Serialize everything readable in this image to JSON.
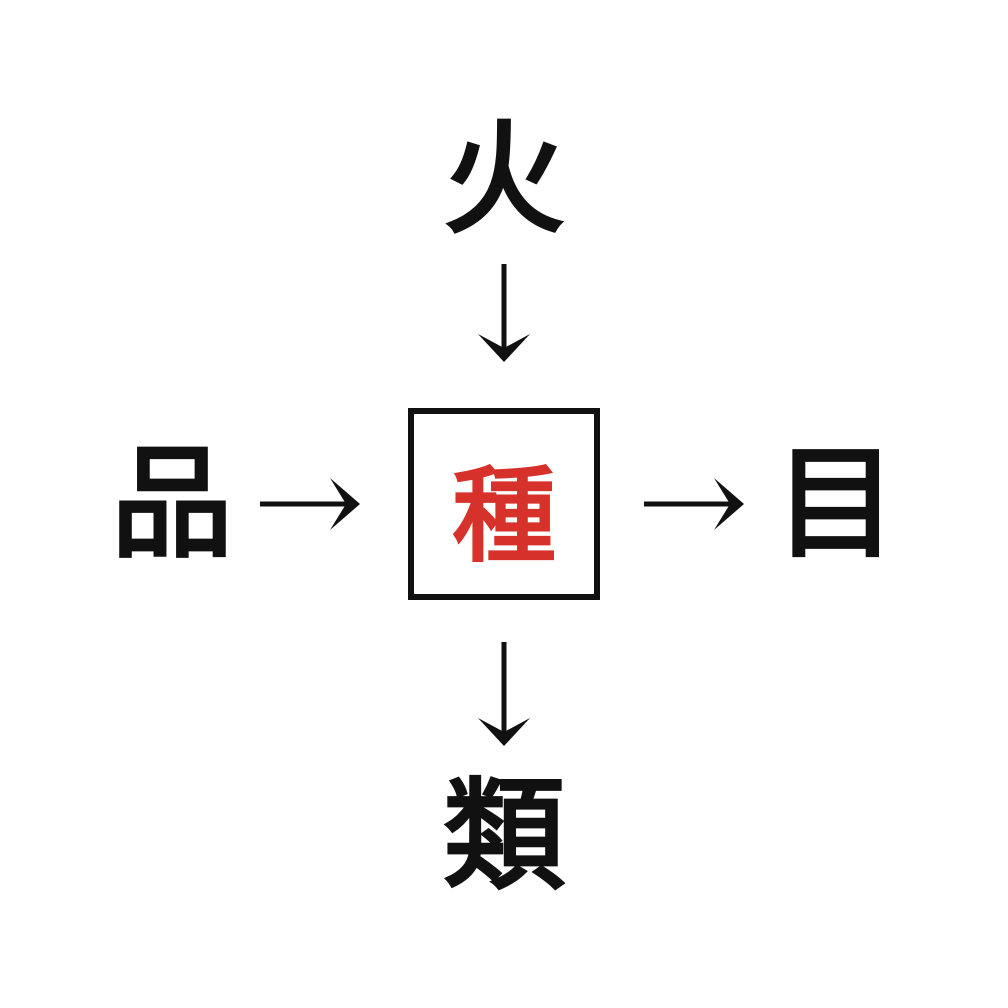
{
  "diagram": {
    "type": "kanji-relationship-diagram",
    "background_color": "#ffffff",
    "center": {
      "character": "種",
      "reading_role": "focus-term",
      "color": "#d6312a",
      "box_border_color": "#111111"
    },
    "nodes": {
      "top": {
        "character": "火",
        "color": "#111111"
      },
      "left": {
        "character": "品",
        "color": "#111111"
      },
      "right": {
        "character": "目",
        "color": "#111111"
      },
      "bottom": {
        "character": "類",
        "color": "#111111"
      }
    },
    "arrows": [
      {
        "id": "top-to-center",
        "direction": "down",
        "from": "火",
        "to": "種",
        "glyph": "↓"
      },
      {
        "id": "left-to-center",
        "direction": "right",
        "from": "品",
        "to": "種",
        "glyph": "→"
      },
      {
        "id": "center-to-right",
        "direction": "right",
        "from": "種",
        "to": "目",
        "glyph": "→"
      },
      {
        "id": "center-to-bottom",
        "direction": "down",
        "from": "種",
        "to": "類",
        "glyph": "↓"
      }
    ]
  }
}
